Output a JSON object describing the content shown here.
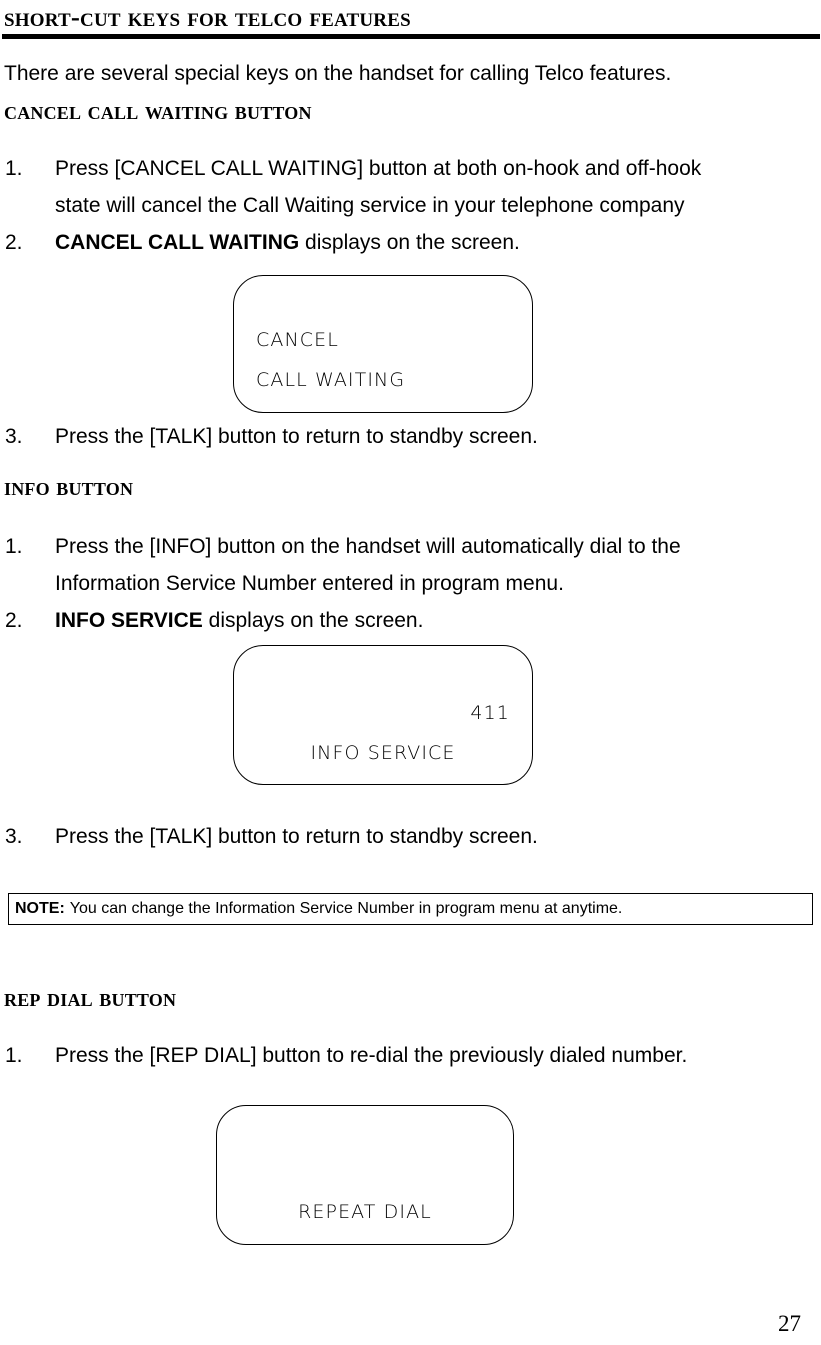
{
  "document": {
    "title": "Short-cut Keys for Telco Features",
    "intro": "There are several special keys on the handset for calling Telco features.",
    "page_number": "27"
  },
  "sections": [
    {
      "heading": "Cancel Call Waiting Button",
      "steps": [
        {
          "number": "1.",
          "text_before": "Press [CANCEL CALL WAITING] button at both on-hook and off-hook state will cancel the Call Waiting service in your telephone company",
          "bold": "",
          "text_after": ""
        },
        {
          "number": "2.",
          "text_before": "",
          "bold": "CANCEL CALL WAITING",
          "text_after": " displays on the screen."
        },
        {
          "number": "3.",
          "text_before": "Press the [TALK] button to return to standby screen.",
          "bold": "",
          "text_after": ""
        }
      ],
      "screen": {
        "line1": "CANCEL",
        "line2": "CALL WAITING"
      }
    },
    {
      "heading": "Info Button",
      "steps": [
        {
          "number": "1.",
          "text_before": "Press the [INFO] button on the handset will automatically dial to the Information Service Number entered in program menu.",
          "bold": "",
          "text_after": ""
        },
        {
          "number": "2.",
          "text_before": "",
          "bold": "INFO SERVICE",
          "text_after": " displays on the screen."
        },
        {
          "number": "3.",
          "text_before": "Press the [TALK] button to return to standby screen.",
          "bold": "",
          "text_after": ""
        }
      ],
      "screen": {
        "line1": "411",
        "line2": "INFO SERVICE"
      }
    },
    {
      "heading": "Rep Dial Button",
      "steps": [
        {
          "number": "1.",
          "text_before": "Press the [REP DIAL] button to re-dial the previously dialed number.",
          "bold": "",
          "text_after": ""
        }
      ],
      "screen": {
        "line1": "REPEAT DIAL"
      }
    }
  ],
  "note": {
    "label": "NOTE:",
    "text": "You can change the Information Service Number in program menu at anytime."
  },
  "steps_lines": {
    "s1_l1": "Press [CANCEL CALL WAITING] button at both on-hook and off-hook",
    "s1_l2": "state will cancel the Call Waiting service in your telephone company",
    "s2_bold": "CANCEL CALL WAITING",
    "s2_rest": " displays on the screen.",
    "s3": "Press the [TALK] button to return to standby screen.",
    "i1_l1": "Press the [INFO] button on the handset will automatically dial to the",
    "i1_l2": "Information Service Number entered in program menu.",
    "i2_bold": "INFO SERVICE",
    "i2_rest": " displays on the screen.",
    "i3": "Press the [TALK] button to return to standby screen.",
    "r1": "Press the [REP DIAL] button to re-dial the previously dialed number."
  },
  "numbers": {
    "n1": "1.",
    "n2": "2.",
    "n3": "3."
  }
}
